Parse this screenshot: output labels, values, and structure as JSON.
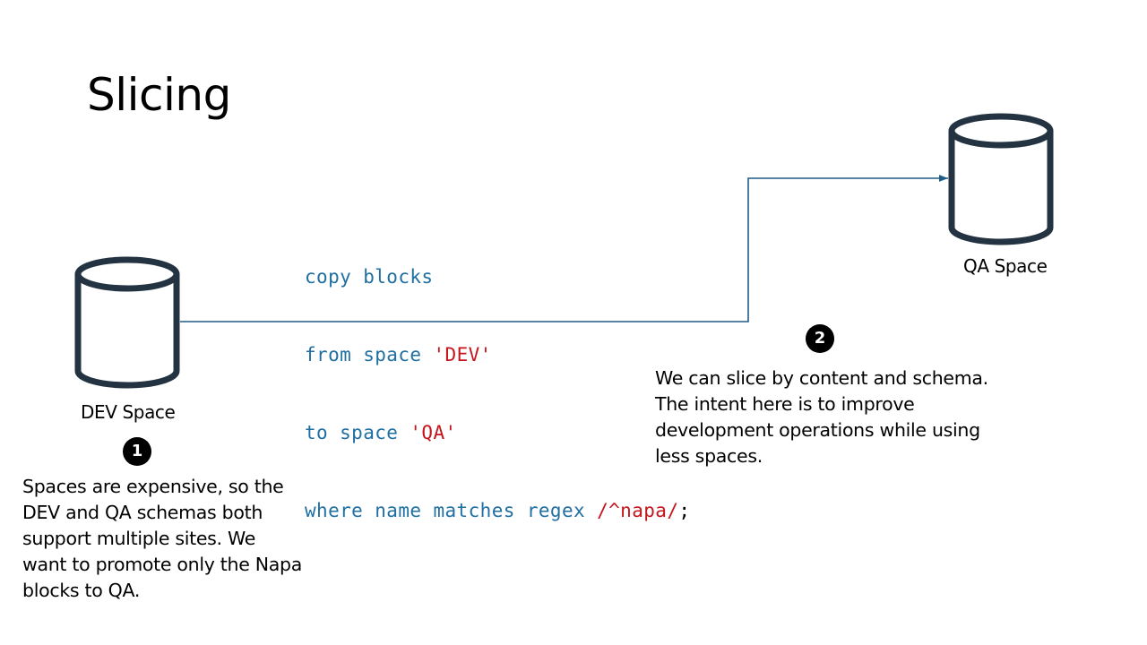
{
  "slide": {
    "title": "Slicing"
  },
  "dev_space": {
    "label": "DEV Space",
    "icon": "database-icon"
  },
  "qa_space": {
    "label": "QA Space",
    "icon": "database-icon"
  },
  "code": {
    "line1": "copy blocks",
    "line2_kw": "from space ",
    "line2_str": "'DEV'",
    "line3_kw": "to space ",
    "line3_str": "'QA'",
    "line4_kw": "where name matches regex ",
    "line4_str": "/^napa/",
    "line4_end": ";"
  },
  "step1": {
    "badge": "1",
    "lines": [
      "Spaces are expensive, so the",
      "DEV and QA schemas both",
      "support multiple sites.  We",
      "want to promote  only the Napa",
      "blocks to QA."
    ]
  },
  "step2": {
    "badge": "2",
    "lines": [
      "We can slice by content and schema.",
      "The intent here is to improve",
      "development operations while using",
      "less spaces."
    ]
  },
  "colors": {
    "keyword": "#1f6fa3",
    "string": "#c4151c",
    "connector": "#1f5c87",
    "icon_stroke": "#243342"
  }
}
